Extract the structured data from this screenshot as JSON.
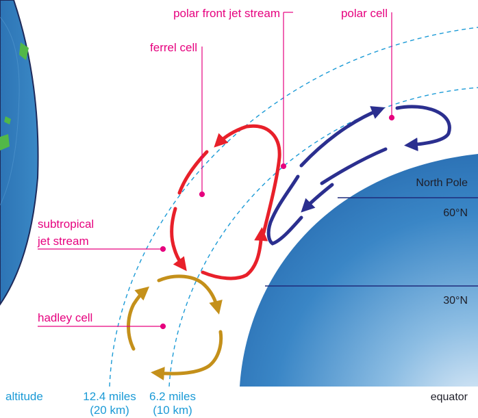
{
  "labels": {
    "polar_front_jet_stream": "polar front jet stream",
    "polar_cell": "polar cell",
    "ferrel_cell": "ferrel cell",
    "subtropical_jet_stream_line1": "subtropical",
    "subtropical_jet_stream_line2": "jet stream",
    "hadley_cell": "hadley cell",
    "north_pole": "North Pole",
    "lat_60": "60°N",
    "lat_30": "30°N",
    "equator": "equator",
    "altitude": "altitude",
    "alt_high_miles": "12.4 miles",
    "alt_high_km": "(20 km)",
    "alt_low_miles": "6.2 miles",
    "alt_low_km": "(10 km)"
  },
  "colors": {
    "label": "#e6007e",
    "altitude": "#1a9ad6",
    "polar_cell": "#2b2f8f",
    "ferrel_cell": "#e8202a",
    "hadley_cell": "#c4901a",
    "earth": "#2f7fc0",
    "latitude_line": "#1f2a7a"
  }
}
